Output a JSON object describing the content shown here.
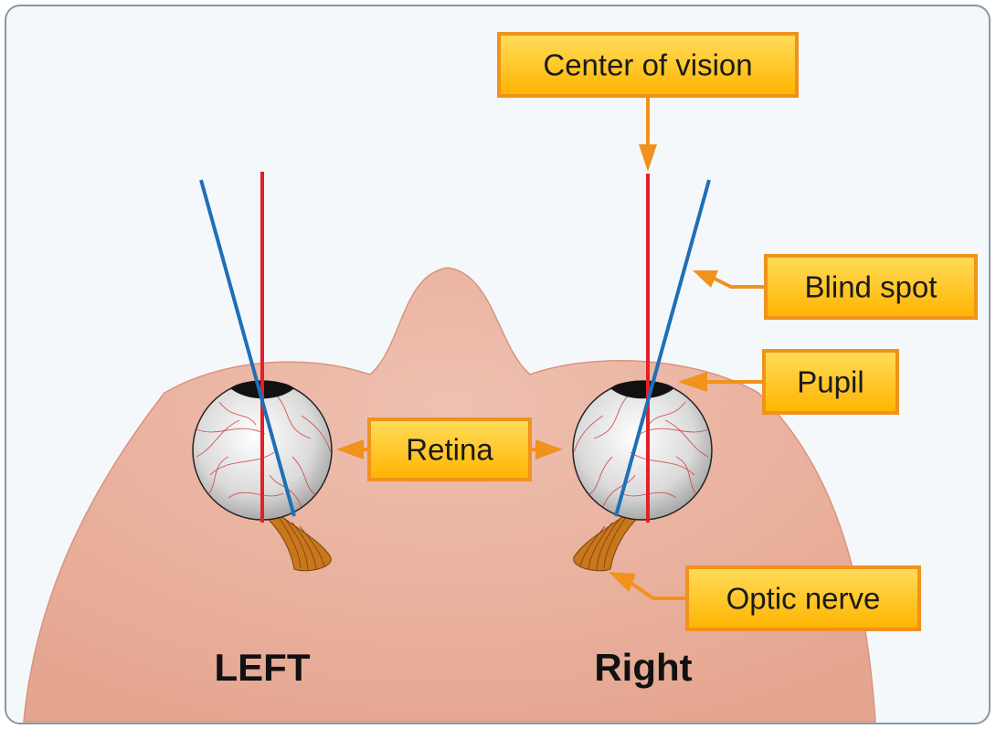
{
  "labels": {
    "center_of_vision": "Center of vision",
    "blind_spot": "Blind spot",
    "pupil": "Pupil",
    "retina": "Retina",
    "optic_nerve": "Optic nerve",
    "left": "LEFT",
    "right": "Right"
  },
  "colors": {
    "panel_background": "#f5f8fb",
    "panel_border": "#8a97a6",
    "head_skin": "#e9b09e",
    "callout_fill": "#ffc51a",
    "callout_border": "#f0921c",
    "pointer": "#f0921c",
    "center_line": "#e2202a",
    "blind_spot_line": "#1f6fb8",
    "optic_nerve": "#c9761c"
  }
}
